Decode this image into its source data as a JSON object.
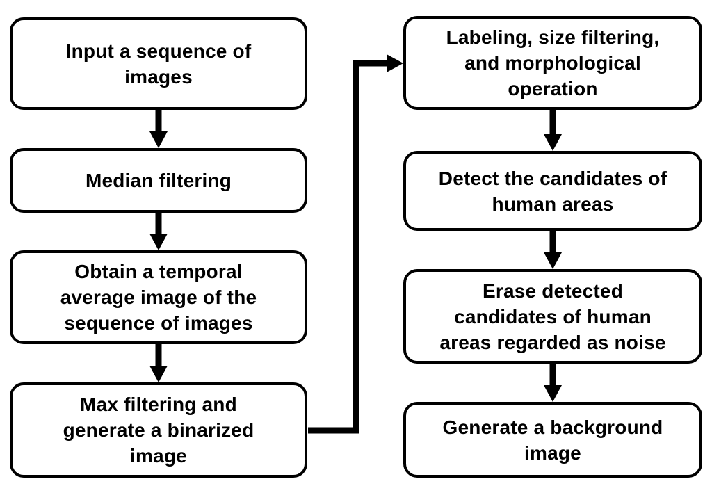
{
  "diagram": {
    "title": "background generation flowchart",
    "colors": {
      "line": "#000000",
      "box_fill": "#ffffff",
      "background": "#ffffff",
      "text": "#000000"
    },
    "left_column": {
      "boxes": [
        {
          "id": "input-sequence",
          "label": "Input a sequence of\nimages"
        },
        {
          "id": "median-filtering",
          "label": "Median filtering"
        },
        {
          "id": "temporal-average",
          "label": "Obtain a temporal\naverage image of the\nsequence of images"
        },
        {
          "id": "max-filtering",
          "label": "Max filtering and\ngenerate a binarized\nimage"
        }
      ]
    },
    "right_column": {
      "boxes": [
        {
          "id": "labeling-morphology",
          "label": "Labeling, size filtering,\nand morphological\noperation"
        },
        {
          "id": "detect-candidates",
          "label": "Detect the candidates of\nhuman areas"
        },
        {
          "id": "erase-noise",
          "label": "Erase detected\ncandidates of human\nareas regarded as noise"
        },
        {
          "id": "generate-background",
          "label": "Generate a background\nimage"
        }
      ]
    },
    "connections": [
      "input-sequence -> median-filtering",
      "median-filtering -> temporal-average",
      "temporal-average -> max-filtering",
      "max-filtering -> labeling-morphology",
      "labeling-morphology -> detect-candidates",
      "detect-candidates -> erase-noise",
      "erase-noise -> generate-background"
    ]
  }
}
